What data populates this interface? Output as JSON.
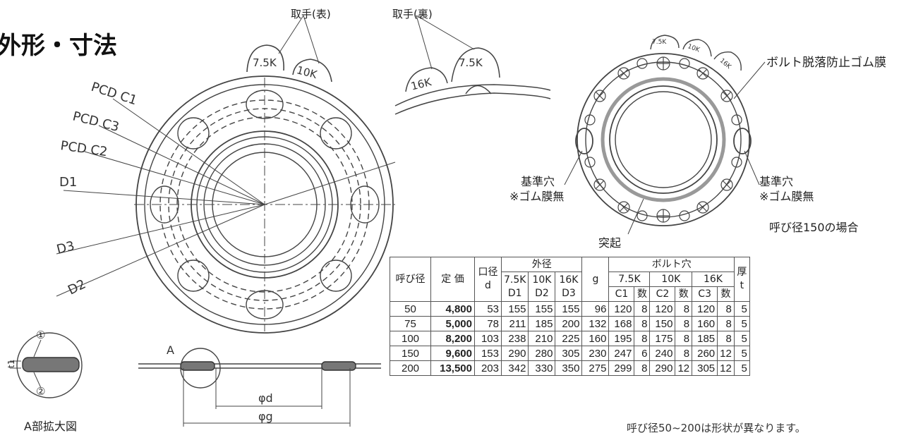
{
  "title": "外形・寸法",
  "left_view": {
    "handle_front": "取手(表)",
    "tab_75k": "7.5K",
    "tab_10k": "10K",
    "pcd_c1": "PCD C1",
    "pcd_c3": "PCD C3",
    "pcd_c2": "PCD C2",
    "d1": "D1",
    "d3": "D3",
    "d2": "D2"
  },
  "back_view": {
    "handle_back": "取手(裏)",
    "tab_16k": "16K",
    "tab_75k": "7.5K"
  },
  "right_view": {
    "tab_75k": "7.5K",
    "tab_10k": "10K",
    "tab_16k": "16K",
    "rubber_membrane": "ボルト脱落防止ゴム膜",
    "ref_hole_left_1": "基準穴",
    "ref_hole_left_2": "※ゴム膜無",
    "ref_hole_right_1": "基準穴",
    "ref_hole_right_2": "※ゴム膜無",
    "case_note": "呼び径150の場合",
    "protrusion": "突起"
  },
  "detail": {
    "caption": "A部拡大図",
    "mark_1": "①",
    "mark_2": "②",
    "t1": "t1",
    "a_label": "A",
    "phi_d": "φd",
    "phi_g": "φg"
  },
  "table": {
    "h_nominal": "呼び径",
    "h_price": "定 価",
    "h_bore_1": "口径",
    "h_bore_2": "d",
    "h_outer": "外径",
    "h_75k": "7.5K",
    "h_10k": "10K",
    "h_16k": "16K",
    "h_d1": "D1",
    "h_d2": "D2",
    "h_d3": "D3",
    "h_g": "g",
    "h_bolt": "ボルト穴",
    "h_b75": "7.5K",
    "h_b10": "10K",
    "h_b16": "16K",
    "h_c1": "C1",
    "h_c2": "C2",
    "h_c3": "C3",
    "h_count": "数",
    "h_thick_1": "厚",
    "h_thick_2": "t",
    "rows": [
      [
        "50",
        "4,800",
        "53",
        "155",
        "155",
        "155",
        "96",
        "120",
        "8",
        "120",
        "8",
        "120",
        "8",
        "5"
      ],
      [
        "75",
        "5,000",
        "78",
        "211",
        "185",
        "200",
        "132",
        "168",
        "8",
        "150",
        "8",
        "160",
        "8",
        "5"
      ],
      [
        "100",
        "8,200",
        "103",
        "238",
        "210",
        "225",
        "160",
        "195",
        "8",
        "175",
        "8",
        "185",
        "8",
        "5"
      ],
      [
        "150",
        "9,600",
        "153",
        "290",
        "280",
        "305",
        "230",
        "247",
        "6",
        "240",
        "8",
        "260",
        "12",
        "5"
      ],
      [
        "200",
        "13,500",
        "203",
        "342",
        "330",
        "350",
        "275",
        "299",
        "8",
        "290",
        "12",
        "305",
        "12",
        "5"
      ]
    ]
  },
  "footnote": "呼び径50~200は形状が異なります。"
}
